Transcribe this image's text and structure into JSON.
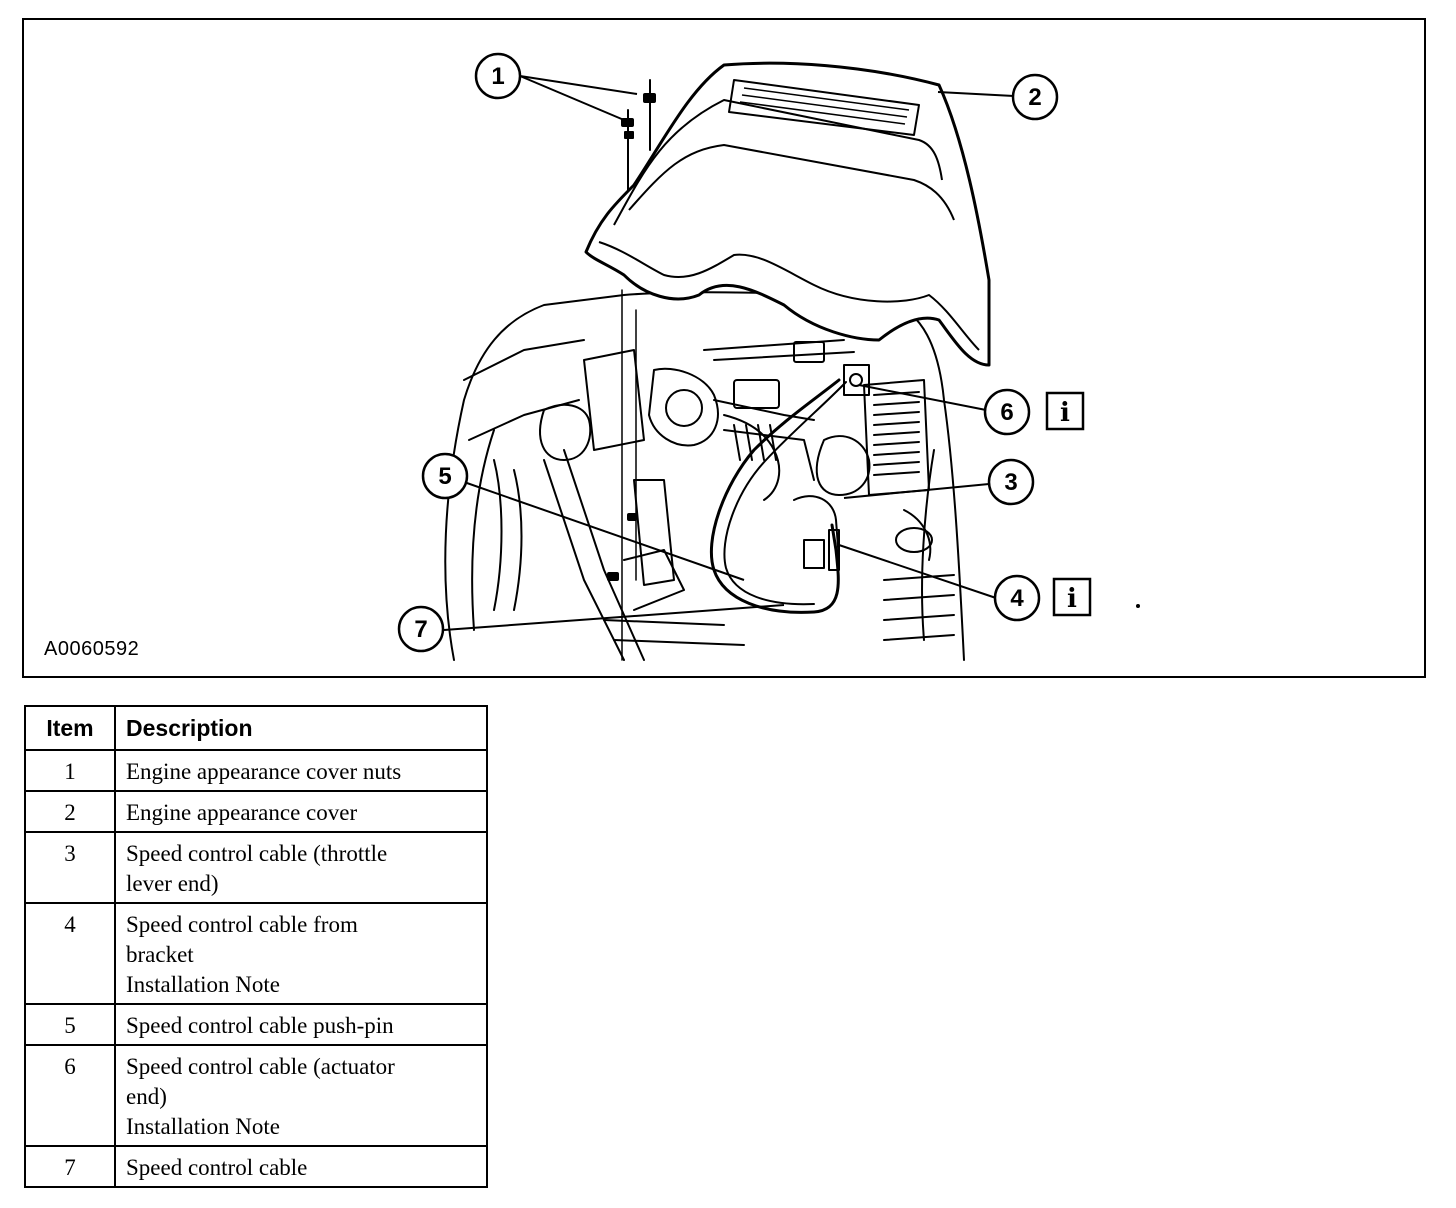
{
  "figure": {
    "id": "A0060592",
    "callouts": [
      "1",
      "2",
      "3",
      "4",
      "5",
      "6",
      "7"
    ],
    "info_icon": "i"
  },
  "legend": {
    "headers": {
      "item": "Item",
      "description": "Description"
    },
    "rows": [
      {
        "item": "1",
        "lines": [
          "Engine appearance cover nuts"
        ]
      },
      {
        "item": "2",
        "lines": [
          "Engine appearance cover"
        ]
      },
      {
        "item": "3",
        "lines": [
          "Speed control cable (throttle",
          "lever end)"
        ]
      },
      {
        "item": "4",
        "lines": [
          "Speed control cable from",
          "bracket",
          "Installation Note"
        ]
      },
      {
        "item": "5",
        "lines": [
          "Speed control cable push-pin"
        ]
      },
      {
        "item": "6",
        "lines": [
          "Speed control cable (actuator",
          "end)",
          "Installation Note"
        ]
      },
      {
        "item": "7",
        "lines": [
          "Speed control cable"
        ]
      }
    ]
  }
}
